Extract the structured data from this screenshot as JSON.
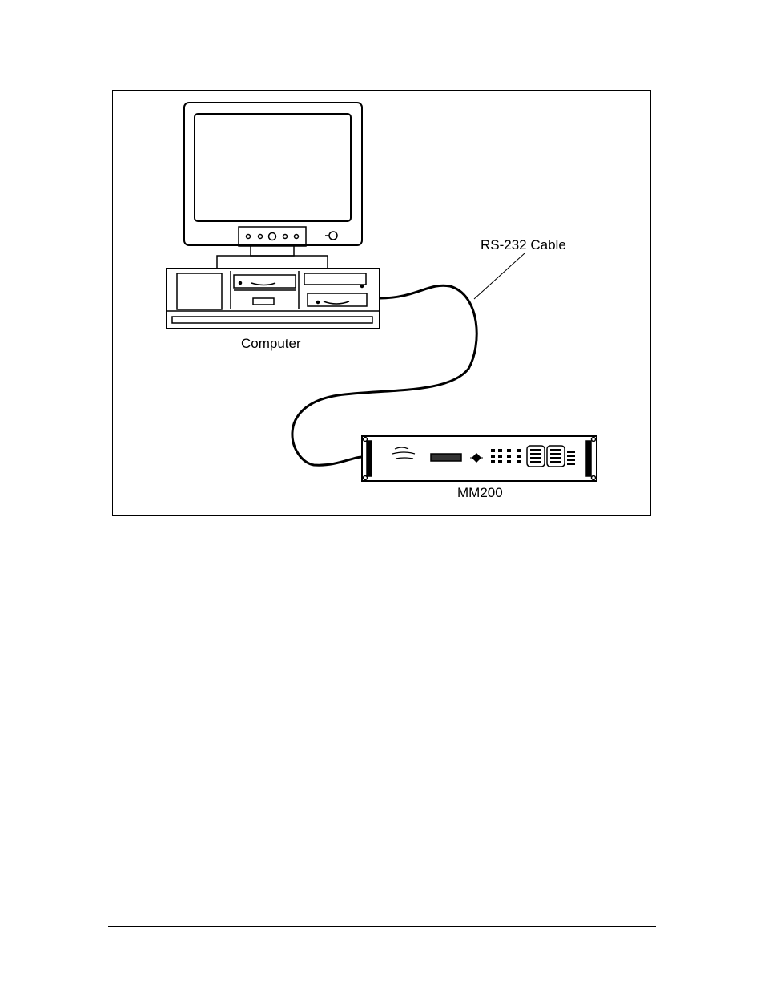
{
  "diagram": {
    "labels": {
      "computer": "Computer",
      "cable": "RS-232 Cable",
      "device": "MM200"
    },
    "colors": {
      "ink": "#000000",
      "background": "#ffffff",
      "display": "#333333"
    }
  }
}
